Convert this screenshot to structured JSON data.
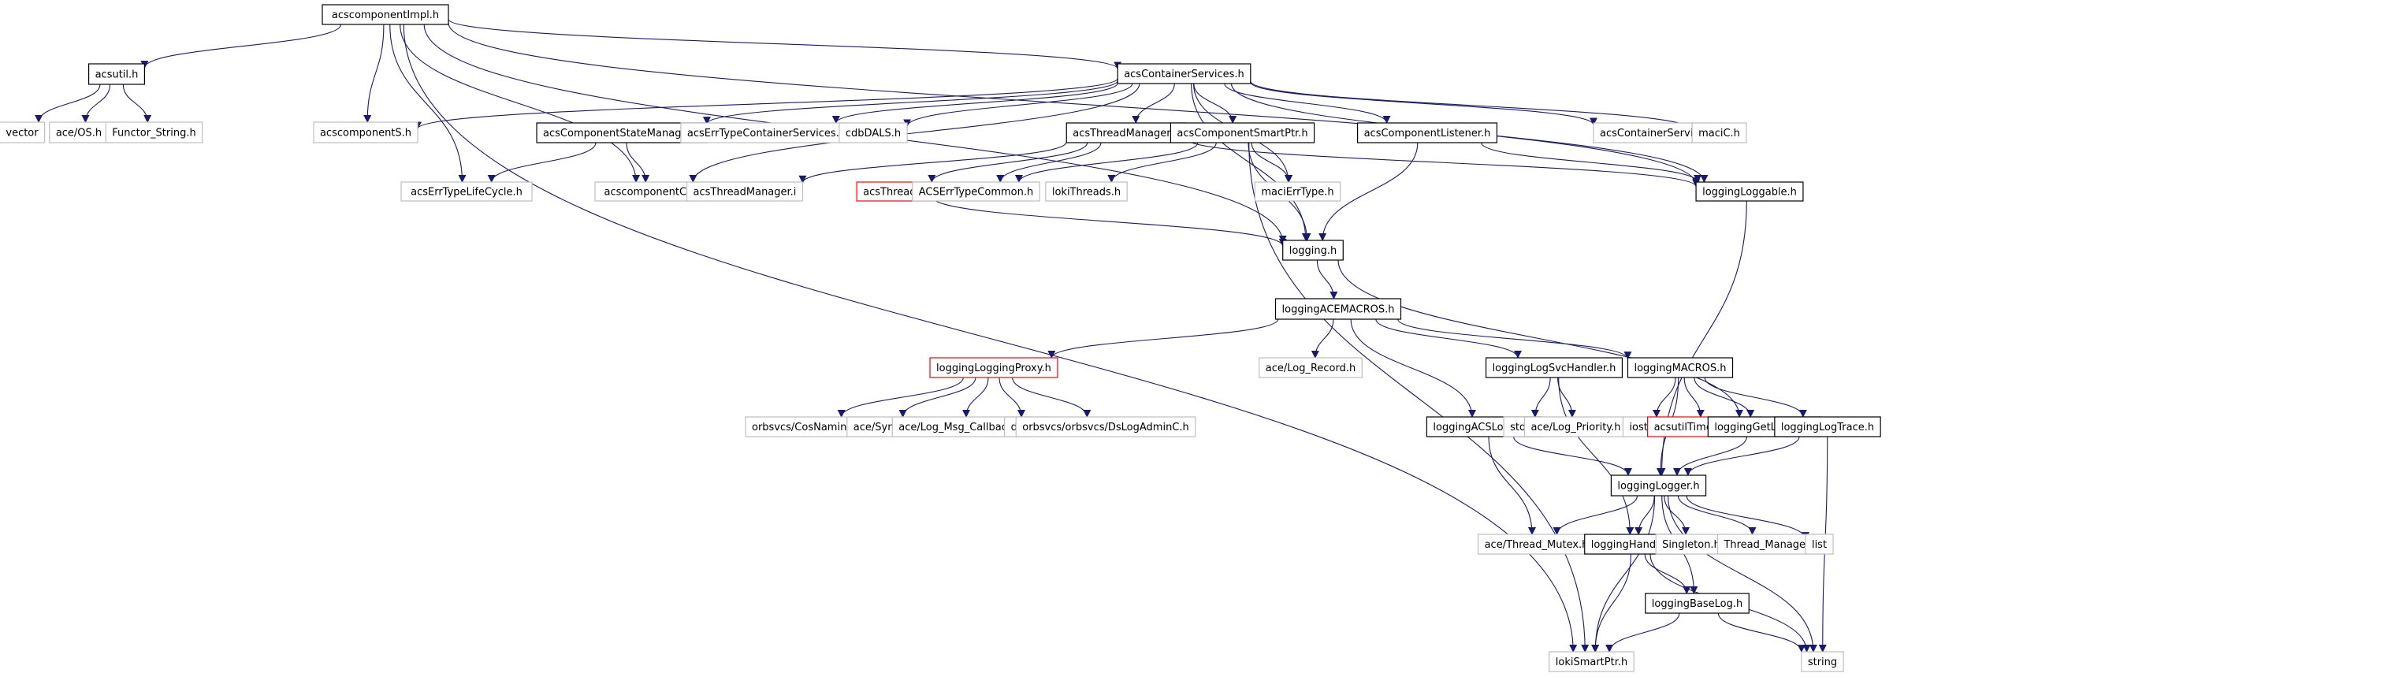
{
  "title": "acscomponentImpl.h include dependency graph",
  "colors": {
    "edge": "#191970",
    "documented_border": "#000000",
    "external_border": "#bfbfbf",
    "undocumented_border": "#ff0000",
    "root_fill": "#bfbfbf"
  },
  "nodes": [
    {
      "id": "n0",
      "label": "acscomponentImpl.h",
      "kind": "root"
    },
    {
      "id": "n1",
      "label": "acsutil.h",
      "kind": "documented"
    },
    {
      "id": "n2",
      "label": "vector",
      "kind": "external"
    },
    {
      "id": "n3",
      "label": "ace/OS.h",
      "kind": "external"
    },
    {
      "id": "n4",
      "label": "Functor_String.h",
      "kind": "external"
    },
    {
      "id": "n5",
      "label": "acsContainerServices.h",
      "kind": "documented"
    },
    {
      "id": "n6",
      "label": "acscomponentS.h",
      "kind": "external"
    },
    {
      "id": "n7",
      "label": "acsComponentStateManager.h",
      "kind": "documented"
    },
    {
      "id": "n8",
      "label": "acsErrTypeContainerServices.h",
      "kind": "external"
    },
    {
      "id": "n9",
      "label": "cdbDALS.h",
      "kind": "external"
    },
    {
      "id": "n10",
      "label": "acsThreadManager.h",
      "kind": "documented"
    },
    {
      "id": "n11",
      "label": "acsComponentSmartPtr.h",
      "kind": "documented"
    },
    {
      "id": "n12",
      "label": "acsComponentListener.h",
      "kind": "documented"
    },
    {
      "id": "n13",
      "label": "acsContainerServices.i",
      "kind": "external"
    },
    {
      "id": "n14",
      "label": "maciC.h",
      "kind": "external"
    },
    {
      "id": "n15",
      "label": "acsErrTypeLifeCycle.h",
      "kind": "external"
    },
    {
      "id": "n16",
      "label": "acscomponentC.h",
      "kind": "external"
    },
    {
      "id": "n17",
      "label": "acsThreadManager.i",
      "kind": "external"
    },
    {
      "id": "n18",
      "label": "acsThread.h",
      "kind": "undocumented"
    },
    {
      "id": "n19",
      "label": "ACSErrTypeCommon.h",
      "kind": "external"
    },
    {
      "id": "n20",
      "label": "lokiThreads.h",
      "kind": "external"
    },
    {
      "id": "n21",
      "label": "maciErrType.h",
      "kind": "external"
    },
    {
      "id": "n22",
      "label": "loggingLoggable.h",
      "kind": "documented"
    },
    {
      "id": "n23",
      "label": "logging.h",
      "kind": "documented"
    },
    {
      "id": "n24",
      "label": "loggingACEMACROS.h",
      "kind": "documented"
    },
    {
      "id": "n25",
      "label": "loggingLoggingProxy.h",
      "kind": "undocumented"
    },
    {
      "id": "n26",
      "label": "ace/Log_Record.h",
      "kind": "external"
    },
    {
      "id": "n27",
      "label": "loggingLogSvcHandler.h",
      "kind": "documented"
    },
    {
      "id": "n28",
      "label": "loggingMACROS.h",
      "kind": "documented"
    },
    {
      "id": "n29",
      "label": "orbsvcs/CosNamingC.h",
      "kind": "external"
    },
    {
      "id": "n30",
      "label": "ace/Synch.h",
      "kind": "external"
    },
    {
      "id": "n31",
      "label": "ace/Log_Msg_Callback.h",
      "kind": "external"
    },
    {
      "id": "n32",
      "label": "deque",
      "kind": "external"
    },
    {
      "id": "n33",
      "label": "orbsvcs/orbsvcs/DsLogAdminC.h",
      "kind": "external"
    },
    {
      "id": "n34",
      "label": "loggingACSLogger.h",
      "kind": "documented"
    },
    {
      "id": "n35",
      "label": "stdarg.h",
      "kind": "external"
    },
    {
      "id": "n36",
      "label": "ace/Log_Priority.h",
      "kind": "external"
    },
    {
      "id": "n37",
      "label": "iostream",
      "kind": "external"
    },
    {
      "id": "n38",
      "label": "acsutilTimeStamp.h",
      "kind": "undocumented"
    },
    {
      "id": "n39",
      "label": "loggingGetLogger.h",
      "kind": "documented"
    },
    {
      "id": "n40",
      "label": "loggingLogTrace.h",
      "kind": "documented"
    },
    {
      "id": "n41",
      "label": "loggingLogger.h",
      "kind": "documented"
    },
    {
      "id": "n42",
      "label": "ace/Thread_Mutex.h",
      "kind": "external"
    },
    {
      "id": "n43",
      "label": "loggingHandler.h",
      "kind": "documented"
    },
    {
      "id": "n44",
      "label": "Singleton.h",
      "kind": "external"
    },
    {
      "id": "n45",
      "label": "Thread_Manager.h",
      "kind": "external"
    },
    {
      "id": "n46",
      "label": "list",
      "kind": "external"
    },
    {
      "id": "n47",
      "label": "loggingBaseLog.h",
      "kind": "documented"
    },
    {
      "id": "n48",
      "label": "lokiSmartPtr.h",
      "kind": "external"
    },
    {
      "id": "n49",
      "label": "string",
      "kind": "external"
    }
  ],
  "edges": [
    [
      "n0",
      "n1"
    ],
    [
      "n0",
      "n5"
    ],
    [
      "n0",
      "n6"
    ],
    [
      "n0",
      "n15"
    ],
    [
      "n0",
      "n16"
    ],
    [
      "n0",
      "n23"
    ],
    [
      "n0",
      "n22"
    ],
    [
      "n0",
      "n48"
    ],
    [
      "n1",
      "n2"
    ],
    [
      "n1",
      "n3"
    ],
    [
      "n1",
      "n4"
    ],
    [
      "n5",
      "n6"
    ],
    [
      "n5",
      "n7"
    ],
    [
      "n5",
      "n8"
    ],
    [
      "n5",
      "n9"
    ],
    [
      "n5",
      "n10"
    ],
    [
      "n5",
      "n11"
    ],
    [
      "n5",
      "n12"
    ],
    [
      "n5",
      "n13"
    ],
    [
      "n5",
      "n14"
    ],
    [
      "n5",
      "n16"
    ],
    [
      "n5",
      "n21"
    ],
    [
      "n5",
      "n23"
    ],
    [
      "n5",
      "n22"
    ],
    [
      "n7",
      "n15"
    ],
    [
      "n7",
      "n16"
    ],
    [
      "n10",
      "n17"
    ],
    [
      "n10",
      "n18"
    ],
    [
      "n10",
      "n19"
    ],
    [
      "n10",
      "n22"
    ],
    [
      "n11",
      "n19"
    ],
    [
      "n11",
      "n20"
    ],
    [
      "n11",
      "n21"
    ],
    [
      "n11",
      "n23"
    ],
    [
      "n11",
      "n48"
    ],
    [
      "n12",
      "n22"
    ],
    [
      "n12",
      "n23"
    ],
    [
      "n18",
      "n23"
    ],
    [
      "n22",
      "n41"
    ],
    [
      "n23",
      "n24"
    ],
    [
      "n23",
      "n39"
    ],
    [
      "n24",
      "n25"
    ],
    [
      "n24",
      "n26"
    ],
    [
      "n24",
      "n27"
    ],
    [
      "n24",
      "n28"
    ],
    [
      "n24",
      "n34"
    ],
    [
      "n25",
      "n29"
    ],
    [
      "n25",
      "n30"
    ],
    [
      "n25",
      "n31"
    ],
    [
      "n25",
      "n32"
    ],
    [
      "n25",
      "n33"
    ],
    [
      "n27",
      "n35"
    ],
    [
      "n27",
      "n36"
    ],
    [
      "n27",
      "n43"
    ],
    [
      "n28",
      "n37"
    ],
    [
      "n28",
      "n38"
    ],
    [
      "n28",
      "n39"
    ],
    [
      "n28",
      "n40"
    ],
    [
      "n28",
      "n41"
    ],
    [
      "n34",
      "n41"
    ],
    [
      "n34",
      "n42"
    ],
    [
      "n39",
      "n41"
    ],
    [
      "n40",
      "n41"
    ],
    [
      "n40",
      "n49"
    ],
    [
      "n41",
      "n42"
    ],
    [
      "n41",
      "n43"
    ],
    [
      "n41",
      "n44"
    ],
    [
      "n41",
      "n45"
    ],
    [
      "n41",
      "n46"
    ],
    [
      "n41",
      "n47"
    ],
    [
      "n41",
      "n48"
    ],
    [
      "n41",
      "n49"
    ],
    [
      "n43",
      "n47"
    ],
    [
      "n43",
      "n48"
    ],
    [
      "n43",
      "n49"
    ],
    [
      "n47",
      "n48"
    ],
    [
      "n47",
      "n49"
    ]
  ]
}
